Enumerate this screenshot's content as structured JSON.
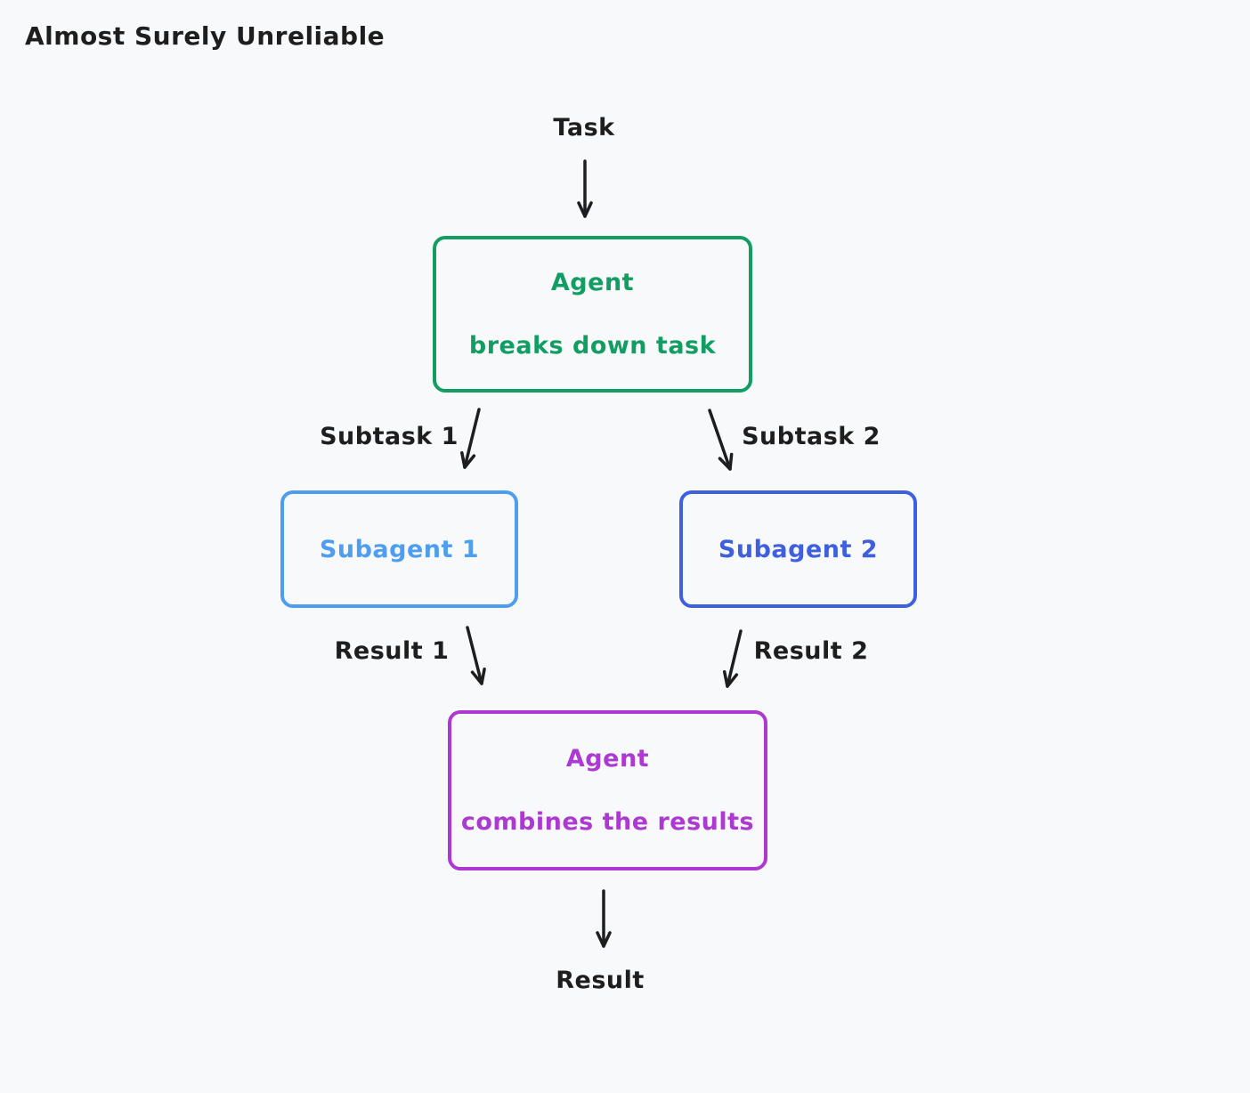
{
  "title": "Almost Surely Unreliable",
  "colors": {
    "background": "#f8f9fa",
    "ink": "#1e1e1e",
    "green": "#129d63",
    "light_blue": "#4d9ef0",
    "royal_blue": "#3e5fde",
    "purple": "#ad39d2"
  },
  "diagram": {
    "nodes": {
      "task_label": "Task",
      "agent_split": {
        "line1": "Agent",
        "line2": "breaks down task"
      },
      "subagent1": "Subagent 1",
      "subagent2": "Subagent 2",
      "agent_combine": {
        "line1": "Agent",
        "line2": "combines the results"
      },
      "result_label": "Result"
    },
    "edge_labels": {
      "subtask1": "Subtask 1",
      "subtask2": "Subtask 2",
      "result1": "Result 1",
      "result2": "Result 2"
    }
  }
}
